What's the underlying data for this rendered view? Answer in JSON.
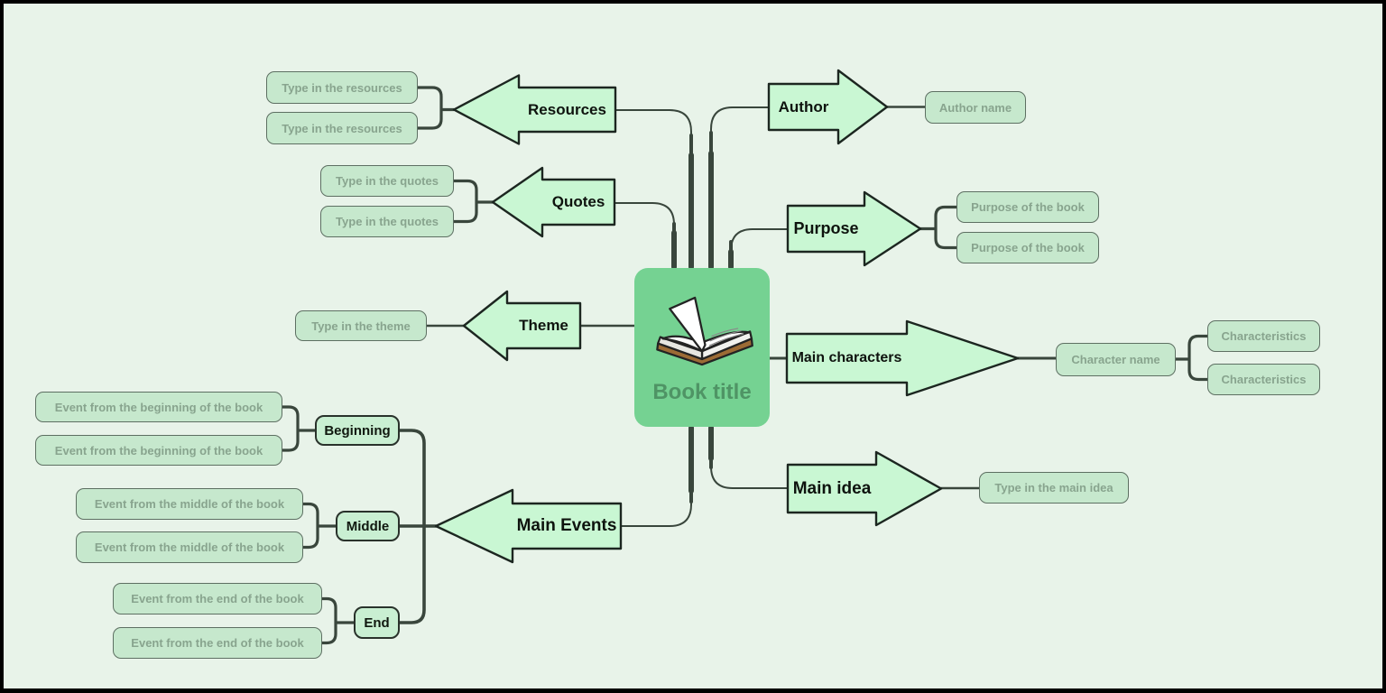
{
  "central": {
    "label": "Book title",
    "icon": "open-book-icon"
  },
  "branches": {
    "resources": {
      "label": "Resources",
      "children": [
        "Type in the resources",
        "Type in the resources"
      ]
    },
    "quotes": {
      "label": "Quotes",
      "children": [
        "Type in the quotes",
        "Type in the quotes"
      ]
    },
    "theme": {
      "label": "Theme",
      "children": [
        "Type in the theme"
      ]
    },
    "main_events": {
      "label": "Main Events",
      "sections": [
        {
          "label": "Beginning",
          "children": [
            "Event from the beginning of the book",
            "Event from the beginning of the book"
          ]
        },
        {
          "label": "Middle",
          "children": [
            "Event from the middle of the book",
            "Event from the middle of the book"
          ]
        },
        {
          "label": "End",
          "children": [
            "Event from the end of the book",
            "Event from the end of the book"
          ]
        }
      ]
    },
    "author": {
      "label": "Author",
      "children": [
        "Author name"
      ]
    },
    "purpose": {
      "label": "Purpose",
      "children": [
        "Purpose of the book",
        "Purpose of the book"
      ]
    },
    "main_characters": {
      "label": "Main characters",
      "children": [
        "Character name"
      ],
      "grandchildren": [
        "Characteristics",
        "Characteristics"
      ]
    },
    "main_idea": {
      "label": "Main idea",
      "children": [
        "Type in the main idea"
      ]
    }
  },
  "colors": {
    "background": "#e8f3e9",
    "frame": "#000000",
    "central_fill": "#75d292",
    "central_text": "#4f9465",
    "arrow_fill": "#c9f7d3",
    "arrow_border": "#1c2620",
    "arrow_text": "#0e130e",
    "leaf_fill": "#c6e8cd",
    "leaf_border": "#5d6f62",
    "leaf_text": "#88a48e",
    "section_fill": "#c9efd2",
    "section_border": "#29322b",
    "connector": "#39463c"
  }
}
